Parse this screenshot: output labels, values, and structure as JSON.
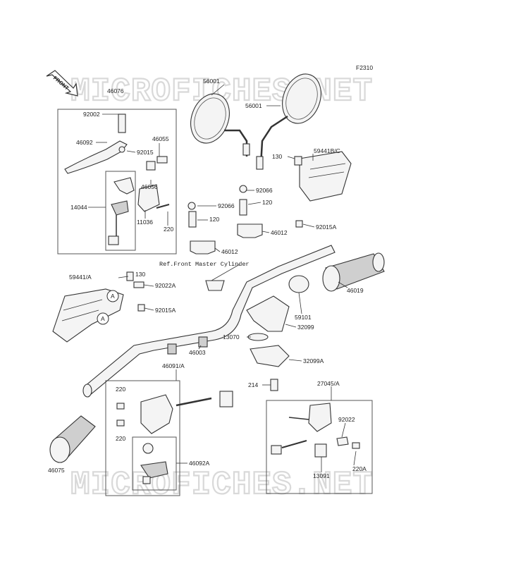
{
  "figure_code": "F2310",
  "front_arrow": "FRONT",
  "watermark": "MICROFICHES.NET",
  "reference_note": "Ref.Front Master Cylinder",
  "parts": [
    {
      "id": "56001a",
      "label": "56001"
    },
    {
      "id": "56001b",
      "label": "56001"
    },
    {
      "id": "46076",
      "label": "46076"
    },
    {
      "id": "92002",
      "label": "92002"
    },
    {
      "id": "46092",
      "label": "46092"
    },
    {
      "id": "92015",
      "label": "92015"
    },
    {
      "id": "46055",
      "label": "46055"
    },
    {
      "id": "46056",
      "label": "46056"
    },
    {
      "id": "14044",
      "label": "14044"
    },
    {
      "id": "11036",
      "label": "11036"
    },
    {
      "id": "220a",
      "label": "220"
    },
    {
      "id": "130a",
      "label": "130"
    },
    {
      "id": "59441bc",
      "label": "59441B/C"
    },
    {
      "id": "92066a",
      "label": "92066"
    },
    {
      "id": "120a",
      "label": "120"
    },
    {
      "id": "92066b",
      "label": "92066"
    },
    {
      "id": "120b",
      "label": "120"
    },
    {
      "id": "46012a",
      "label": "46012"
    },
    {
      "id": "92015a1",
      "label": "92015A"
    },
    {
      "id": "46012b",
      "label": "46012"
    },
    {
      "id": "59441a",
      "label": "59441/A"
    },
    {
      "id": "130b",
      "label": "130"
    },
    {
      "id": "92022a",
      "label": "92022A"
    },
    {
      "id": "92015a2",
      "label": "92015A"
    },
    {
      "id": "46019",
      "label": "46019"
    },
    {
      "id": "59101",
      "label": "59101"
    },
    {
      "id": "32099",
      "label": "32099"
    },
    {
      "id": "13070",
      "label": "13070"
    },
    {
      "id": "46003",
      "label": "46003"
    },
    {
      "id": "32099a",
      "label": "32099A"
    },
    {
      "id": "46091a",
      "label": "46091/A"
    },
    {
      "id": "220b",
      "label": "220"
    },
    {
      "id": "220c",
      "label": "220"
    },
    {
      "id": "214",
      "label": "214"
    },
    {
      "id": "27045a",
      "label": "27045/A"
    },
    {
      "id": "92022",
      "label": "92022"
    },
    {
      "id": "46092a",
      "label": "46092A"
    },
    {
      "id": "220a2",
      "label": "220A"
    },
    {
      "id": "46075",
      "label": "46075"
    },
    {
      "id": "13091",
      "label": "13091"
    }
  ],
  "callout": "A"
}
